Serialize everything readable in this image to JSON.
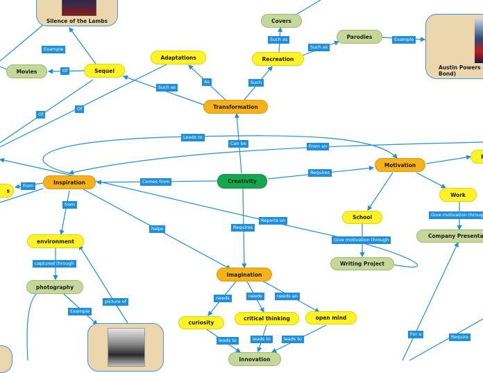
{
  "nodes": {
    "creativity": "Creativity",
    "transformation": "Transformation",
    "inspiration": "Inspiration",
    "motivation": "Motivation",
    "imagination": "Imagination",
    "adaptations": "Adaptations",
    "recreation": "Recreation",
    "covers": "Covers",
    "parodies": "Parodies",
    "sequel": "Sequel",
    "movies": "Movies",
    "environment": "environment",
    "photography": "photography",
    "school": "School",
    "writing_project": "Writing Project",
    "work": "Work",
    "company_presentation": "Company Presentation",
    "curiosity": "curiosity",
    "critical_thinking": "critical thinking",
    "open_mind": "open mind",
    "innovation": "Innovation",
    "silence_of_the_lambs": "Silence of the Lambs",
    "austin_powers": "Austin Powers (… Bond)",
    "left_partial": "s",
    "right_partial": "F"
  },
  "labels": {
    "can_be": "Can be",
    "comes_from": "Comes from",
    "requires_motivation": "Requires",
    "requires_imagination": "Requires",
    "leads_to_top": "Leads to",
    "from_an": "From an",
    "reports_on": "Reports on",
    "helps": "helps",
    "from_env": "from",
    "from_left": "from",
    "as": "As",
    "such_as_adapt": "Such as",
    "such_recreation": "Such",
    "such_as_covers": "Such as",
    "such_as_parodies": "Such as",
    "example_parodies": "Example",
    "example_sequel": "Example",
    "of_movies": "Of",
    "of_left_1": "Of",
    "of_left_2": "Of",
    "captured_through": "captured through",
    "picture_of": "picture of",
    "example_photo": "Example",
    "give_motivation_school": "Give motivation through",
    "give_motivation_work": "Give motivation through",
    "needs_curiosity": "needs",
    "needs_critical": "needs",
    "needs_an": "needs an",
    "leads_to_1": "leads to",
    "leads_to_2": "leads to",
    "leads_to_3": "leads to",
    "for_a": "For a",
    "require": "Require"
  },
  "colors": {
    "connector": "#1e8fd8",
    "orange": "#f6b21b",
    "yellow": "#fff226",
    "olive": "#c5d89a",
    "green": "#14a650",
    "card": "#ecd6ad"
  }
}
